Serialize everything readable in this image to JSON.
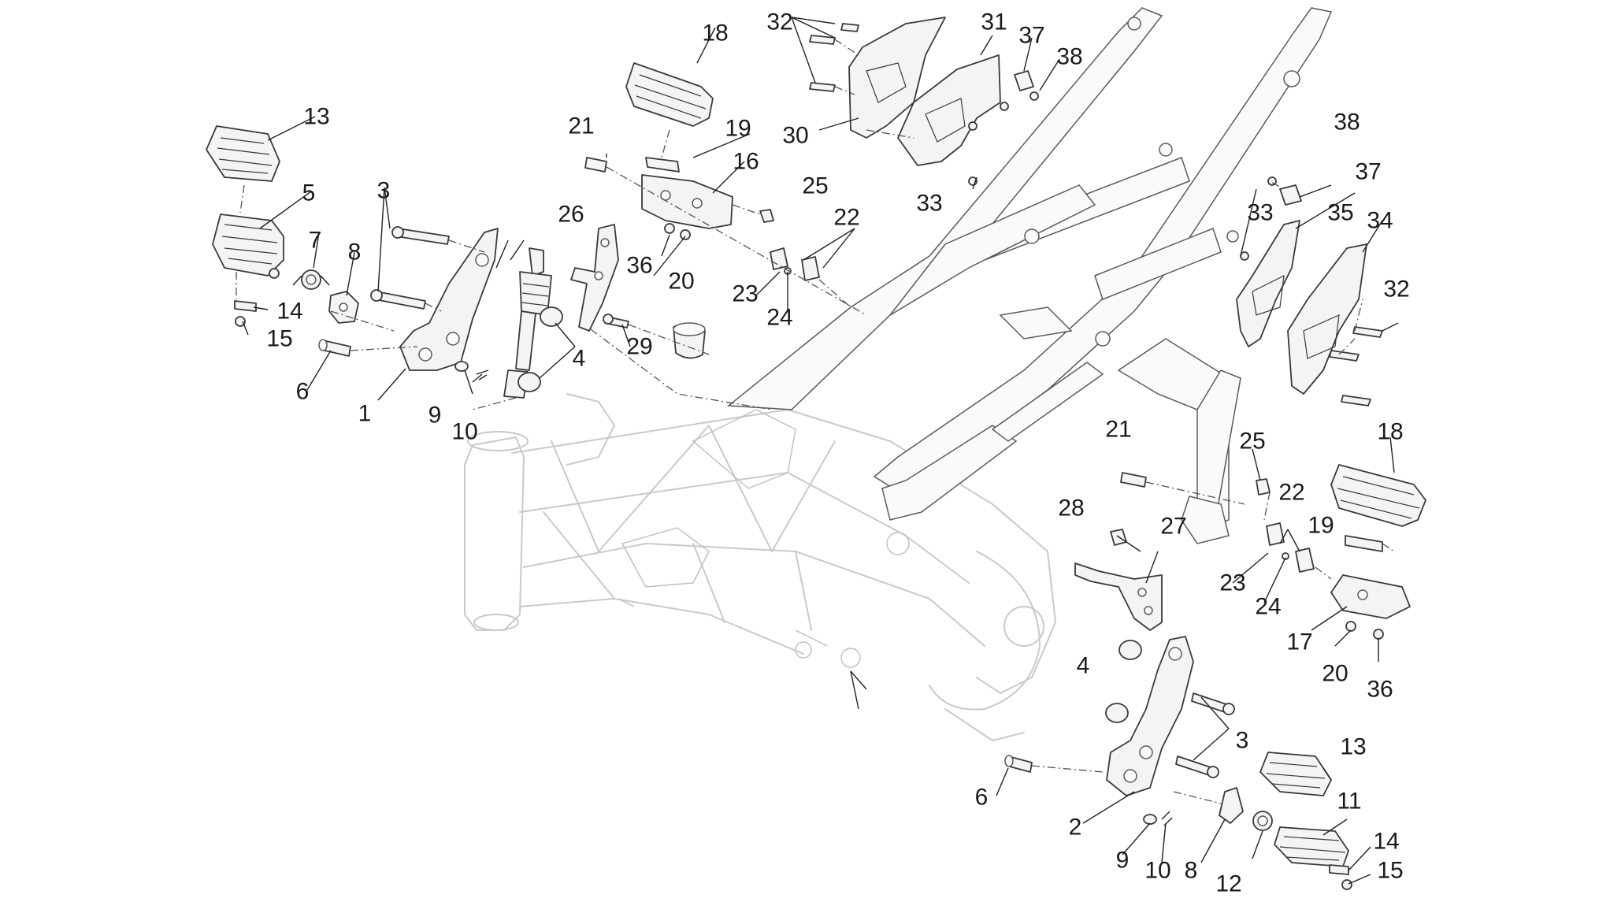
{
  "callouts": [
    {
      "id": "c18a",
      "text": "18"
    },
    {
      "id": "c32a",
      "text": "32"
    },
    {
      "id": "c31a",
      "text": "31"
    },
    {
      "id": "c37a",
      "text": "37"
    },
    {
      "id": "c38a",
      "text": "38"
    },
    {
      "id": "c13a",
      "text": "13"
    },
    {
      "id": "c21a",
      "text": "21"
    },
    {
      "id": "c19a",
      "text": "19"
    },
    {
      "id": "c30a",
      "text": "30"
    },
    {
      "id": "c16a",
      "text": "16"
    },
    {
      "id": "c5a",
      "text": "5"
    },
    {
      "id": "c3a",
      "text": "3"
    },
    {
      "id": "c25a",
      "text": "25"
    },
    {
      "id": "c26a",
      "text": "26"
    },
    {
      "id": "c22a",
      "text": "22"
    },
    {
      "id": "c33a",
      "text": "33"
    },
    {
      "id": "c7a",
      "text": "7"
    },
    {
      "id": "c8a",
      "text": "8"
    },
    {
      "id": "c36a",
      "text": "36"
    },
    {
      "id": "c20a",
      "text": "20"
    },
    {
      "id": "c23a",
      "text": "23"
    },
    {
      "id": "c24a",
      "text": "24"
    },
    {
      "id": "c14a",
      "text": "14"
    },
    {
      "id": "c15a",
      "text": "15"
    },
    {
      "id": "c29a",
      "text": "29"
    },
    {
      "id": "c4a",
      "text": "4"
    },
    {
      "id": "c6a",
      "text": "6"
    },
    {
      "id": "c1a",
      "text": "1"
    },
    {
      "id": "c9a",
      "text": "9"
    },
    {
      "id": "c10a",
      "text": "10"
    },
    {
      "id": "c38b",
      "text": "38"
    },
    {
      "id": "c37b",
      "text": "37"
    },
    {
      "id": "c33b",
      "text": "33"
    },
    {
      "id": "c35a",
      "text": "35"
    },
    {
      "id": "c34a",
      "text": "34"
    },
    {
      "id": "c32b",
      "text": "32"
    },
    {
      "id": "c18b",
      "text": "18"
    },
    {
      "id": "c21b",
      "text": "21"
    },
    {
      "id": "c25b",
      "text": "25"
    },
    {
      "id": "c22b",
      "text": "22"
    },
    {
      "id": "c28a",
      "text": "28"
    },
    {
      "id": "c27a",
      "text": "27"
    },
    {
      "id": "c19b",
      "text": "19"
    },
    {
      "id": "c23b",
      "text": "23"
    },
    {
      "id": "c24b",
      "text": "24"
    },
    {
      "id": "c17a",
      "text": "17"
    },
    {
      "id": "c20b",
      "text": "20"
    },
    {
      "id": "c36b",
      "text": "36"
    },
    {
      "id": "c4b",
      "text": "4"
    },
    {
      "id": "c3b",
      "text": "3"
    },
    {
      "id": "c6b",
      "text": "6"
    },
    {
      "id": "c2a",
      "text": "2"
    },
    {
      "id": "c13b",
      "text": "13"
    },
    {
      "id": "c11a",
      "text": "11"
    },
    {
      "id": "c9b",
      "text": "9"
    },
    {
      "id": "c10b",
      "text": "10"
    },
    {
      "id": "c8b",
      "text": "8"
    },
    {
      "id": "c12a",
      "text": "12"
    },
    {
      "id": "c14b",
      "text": "14"
    },
    {
      "id": "c15b",
      "text": "15"
    }
  ]
}
